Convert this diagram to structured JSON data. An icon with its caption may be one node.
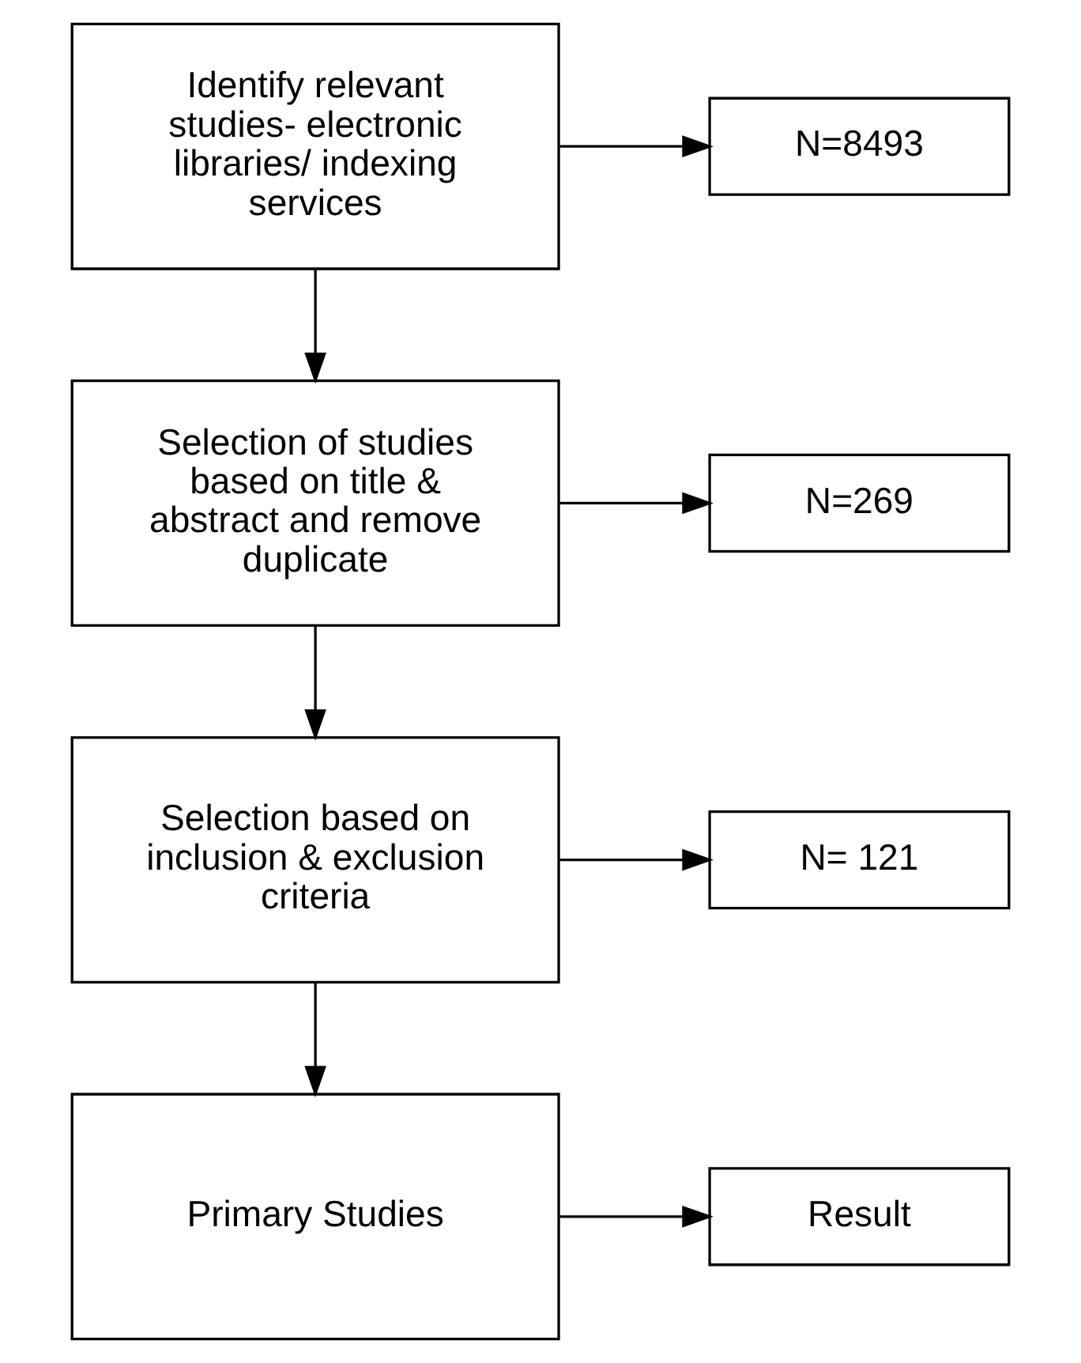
{
  "diagram": {
    "nodes": [
      {
        "text": [
          "Identify relevant studies- electronic libraries/ indexing services"
        ]
      },
      {
        "text": [
          "N=8493"
        ]
      },
      {
        "text": [
          "Selection of studies based on title & abstract and remove duplicate"
        ]
      },
      {
        "text": [
          "N=269"
        ]
      },
      {
        "text": [
          "Selection based on inclusion & exclusion criteria"
        ]
      },
      {
        "text": [
          "N= 121"
        ]
      },
      {
        "text": [
          "Primary Studies"
        ]
      },
      {
        "text": [
          "Result"
        ]
      }
    ],
    "edges": [
      {
        "from": 0,
        "to": 1,
        "arrow": "to"
      },
      {
        "from": 0,
        "to": 2,
        "arrow": "to"
      },
      {
        "from": 2,
        "to": 3,
        "arrow": "to"
      },
      {
        "from": 2,
        "to": 4,
        "arrow": "to"
      },
      {
        "from": 4,
        "to": 5,
        "arrow": "to"
      },
      {
        "from": 4,
        "to": 6,
        "arrow": "to"
      },
      {
        "from": 6,
        "to": 7,
        "arrow": "to"
      }
    ]
  }
}
